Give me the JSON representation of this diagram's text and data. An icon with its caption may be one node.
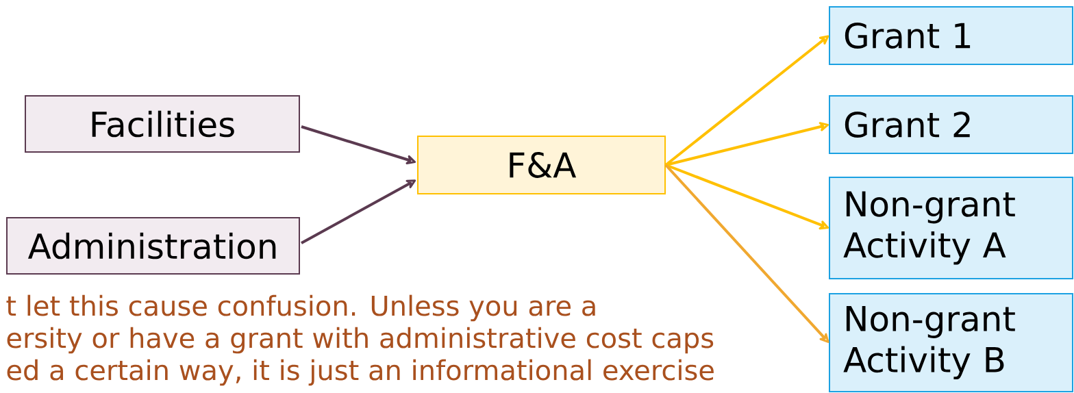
{
  "diagram": {
    "nodes": [
      {
        "text": [
          "Facilities"
        ]
      },
      {
        "text": [
          "Administration"
        ]
      },
      {
        "text": [
          "F&A"
        ]
      },
      {
        "text": [
          "Grant 1"
        ]
      },
      {
        "text": [
          "Grant 2"
        ]
      },
      {
        "text": [
          "Non-grant Activity A"
        ]
      },
      {
        "text": [
          "Non-grant Activity B"
        ]
      }
    ],
    "edges": [
      {
        "from": 0,
        "to": 2,
        "arrow": "to",
        "color": "#5b3a50"
      },
      {
        "from": 1,
        "to": 2,
        "arrow": "to",
        "color": "#5b3a50"
      },
      {
        "from": 2,
        "to": 3,
        "arrow": "to",
        "color": "#ffc000"
      },
      {
        "from": 2,
        "to": 4,
        "arrow": "to",
        "color": "#ffc000"
      },
      {
        "from": 2,
        "to": 5,
        "arrow": "to",
        "color": "#ffc000"
      },
      {
        "from": 2,
        "to": 6,
        "arrow": "to",
        "color": "#f0a830"
      }
    ],
    "labels": [
      "t let this cause confusion.  Unless you are a",
      "ersity or have a grant with administrative cost caps",
      "ed a certain way, it is just an informational exercise"
    ]
  }
}
